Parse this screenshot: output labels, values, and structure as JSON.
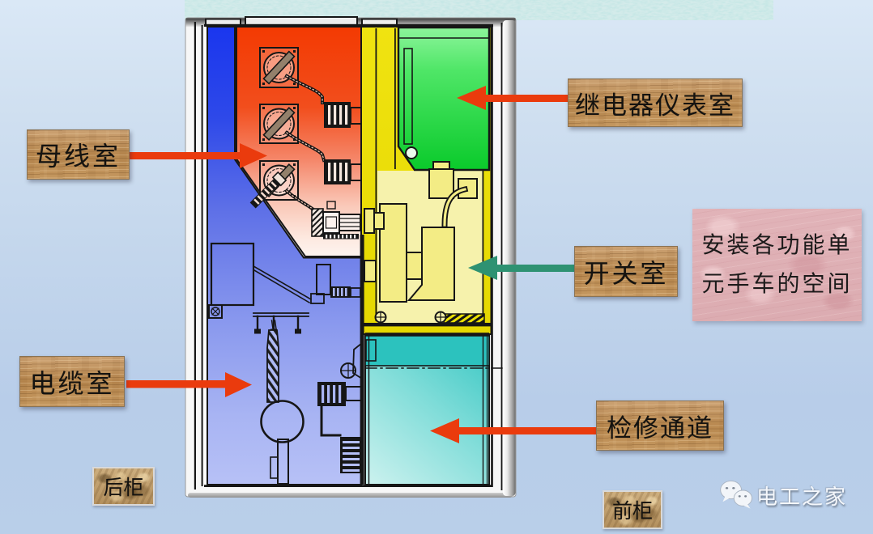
{
  "slide": {
    "description": "KYN28 switchgear cabinet compartment diagram",
    "background_top": "#dae8f6",
    "background_bottom": "#b9cfe9"
  },
  "labels": {
    "busbar": {
      "text": "母线室"
    },
    "relay": {
      "text": "继电器仪表室"
    },
    "switch": {
      "text": "开关室"
    },
    "cable": {
      "text": "电缆室"
    },
    "access": {
      "text": "检修通道"
    },
    "rear": {
      "text": "后柜"
    },
    "front": {
      "text": "前柜"
    }
  },
  "note": {
    "line1": "安装各功能单",
    "line2": "元手车的空间"
  },
  "watermark": {
    "text": "电工之家",
    "icon": "wechat-icon"
  },
  "colors": {
    "arrow_red": "#ea3b0d",
    "arrow_green": "#2e9272",
    "busbar_room": "#f23a03",
    "relay_room": "#0bc92c",
    "switch_room": "#ecdf04",
    "cable_room": "#1a36ee",
    "access_duct": "#35c6c2",
    "label_wood": "#b98a58",
    "note_pink": "#dfb1b6"
  }
}
